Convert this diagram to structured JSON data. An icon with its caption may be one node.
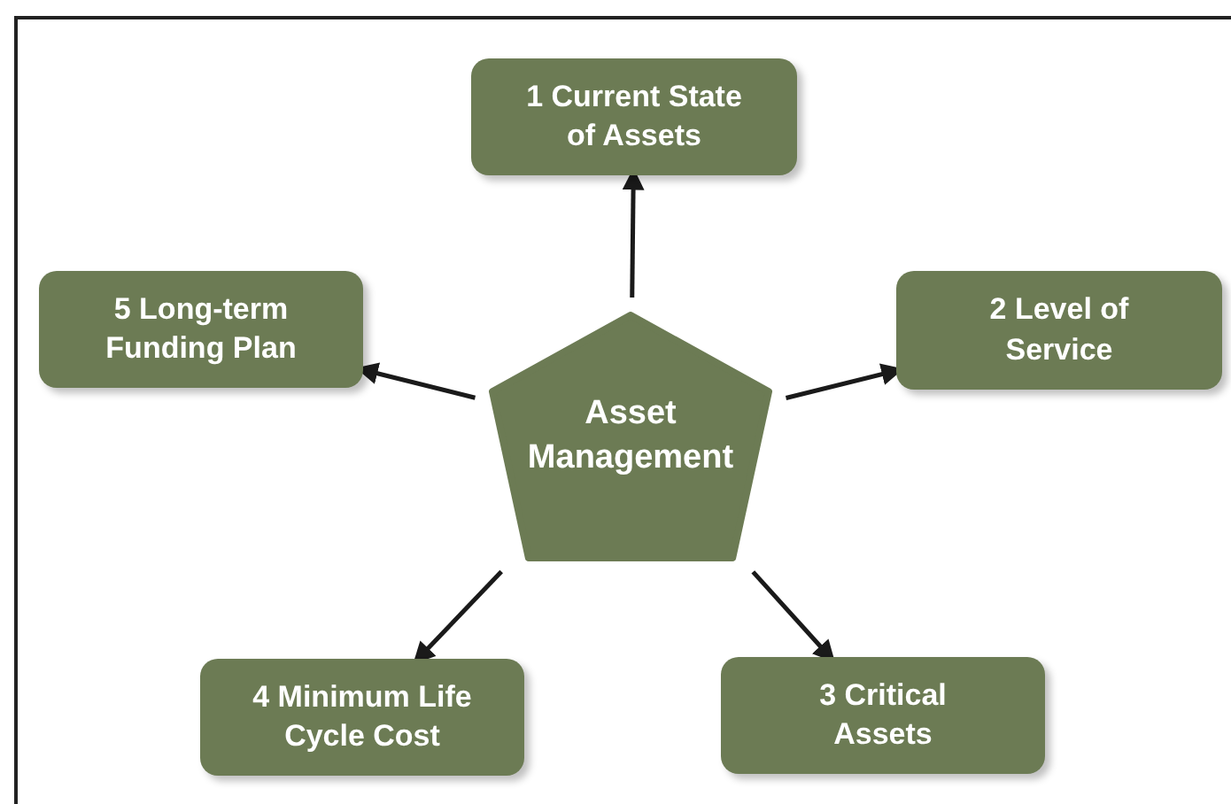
{
  "diagram": {
    "nodes": [
      {
        "text": [
          "Asset Management"
        ]
      },
      {
        "text": [
          "1 Current State of Assets"
        ]
      },
      {
        "text": [
          "2 Level of Service"
        ]
      },
      {
        "text": [
          "3 Critical Assets"
        ]
      },
      {
        "text": [
          "4 Minimum Life Cycle Cost"
        ]
      },
      {
        "text": [
          "5 Long-term Funding Plan"
        ]
      }
    ],
    "edges": [
      {
        "from": 0,
        "to": 1,
        "arrow": "to"
      },
      {
        "from": 0,
        "to": 2,
        "arrow": "to"
      },
      {
        "from": 0,
        "to": 3,
        "arrow": "to"
      },
      {
        "from": 0,
        "to": 4,
        "arrow": "to"
      },
      {
        "from": 0,
        "to": 5,
        "arrow": "to"
      }
    ]
  }
}
